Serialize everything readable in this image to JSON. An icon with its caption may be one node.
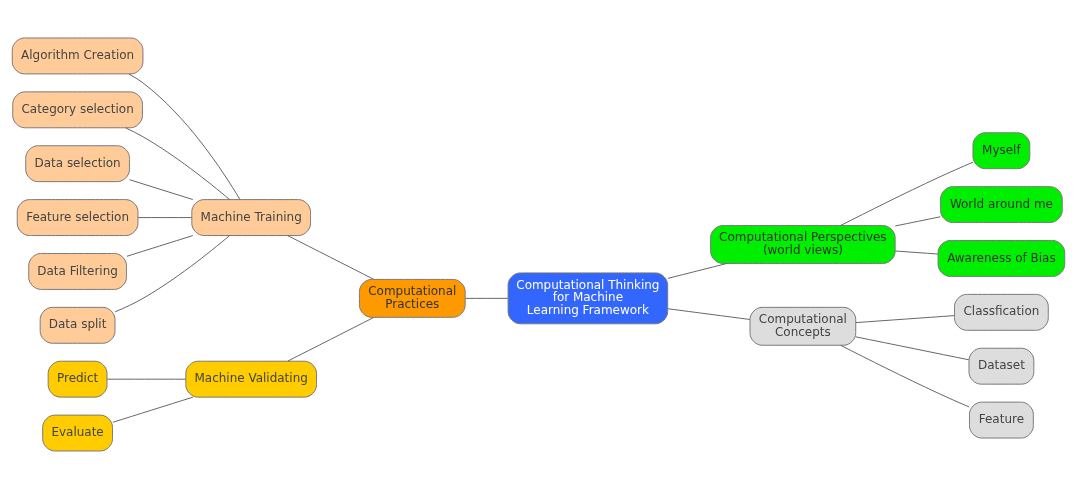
{
  "diagram": {
    "nodes": [
      {
        "text": [
          "Computational Thinking for Machine Learning Framework"
        ]
      },
      {
        "text": [
          "Computational Practices"
        ]
      },
      {
        "text": [
          "Machine Training"
        ]
      },
      {
        "text": [
          "Algorithm Creation"
        ]
      },
      {
        "text": [
          "Category selection"
        ]
      },
      {
        "text": [
          "Data selection"
        ]
      },
      {
        "text": [
          "Feature selection"
        ]
      },
      {
        "text": [
          "Data Filtering"
        ]
      },
      {
        "text": [
          "Data split"
        ]
      },
      {
        "text": [
          "Machine Validating"
        ]
      },
      {
        "text": [
          "Predict"
        ]
      },
      {
        "text": [
          "Evaluate"
        ]
      },
      {
        "text": [
          "Computational Perspectives (world views)"
        ]
      },
      {
        "text": [
          "Myself"
        ]
      },
      {
        "text": [
          "World around me"
        ]
      },
      {
        "text": [
          "Awareness of Bias"
        ]
      },
      {
        "text": [
          "Computational Concepts"
        ]
      },
      {
        "text": [
          "Classfication"
        ]
      },
      {
        "text": [
          "Dataset"
        ]
      },
      {
        "text": [
          "Feature"
        ]
      }
    ],
    "edges": [
      {
        "from": 1,
        "to": 0,
        "arrow": "none"
      },
      {
        "from": 2,
        "to": 1,
        "arrow": "none"
      },
      {
        "from": 3,
        "to": 2,
        "arrow": "none"
      },
      {
        "from": 4,
        "to": 2,
        "arrow": "none"
      },
      {
        "from": 5,
        "to": 2,
        "arrow": "none"
      },
      {
        "from": 6,
        "to": 2,
        "arrow": "none"
      },
      {
        "from": 7,
        "to": 2,
        "arrow": "none"
      },
      {
        "from": 8,
        "to": 2,
        "arrow": "none"
      },
      {
        "from": 9,
        "to": 1,
        "arrow": "none"
      },
      {
        "from": 10,
        "to": 9,
        "arrow": "none"
      },
      {
        "from": 11,
        "to": 9,
        "arrow": "none"
      },
      {
        "from": 0,
        "to": 12,
        "arrow": "none"
      },
      {
        "from": 12,
        "to": 13,
        "arrow": "none"
      },
      {
        "from": 12,
        "to": 14,
        "arrow": "none"
      },
      {
        "from": 12,
        "to": 15,
        "arrow": "none"
      },
      {
        "from": 0,
        "to": 16,
        "arrow": "none"
      },
      {
        "from": 16,
        "to": 17,
        "arrow": "none"
      },
      {
        "from": 16,
        "to": 18,
        "arrow": "none"
      },
      {
        "from": 16,
        "to": 19,
        "arrow": "none"
      }
    ]
  }
}
